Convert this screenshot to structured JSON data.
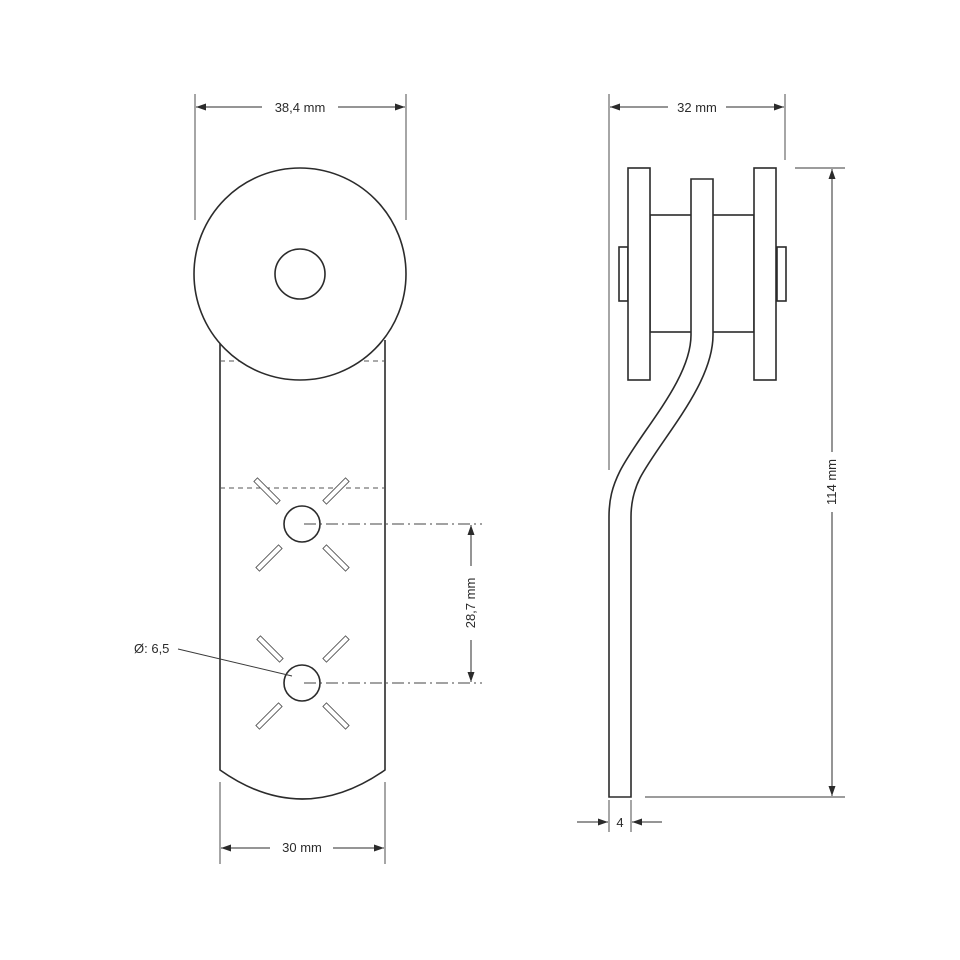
{
  "dimensions": {
    "front_top_width": "38,4 mm",
    "front_bottom_width": "30 mm",
    "hole_spacing": "28,7 mm",
    "hole_diameter": "Ø: 6,5",
    "side_width": "32 mm",
    "total_height": "114 mm",
    "plate_thickness": "4"
  },
  "colors": {
    "line": "#2b2b2b",
    "background": "#ffffff"
  }
}
